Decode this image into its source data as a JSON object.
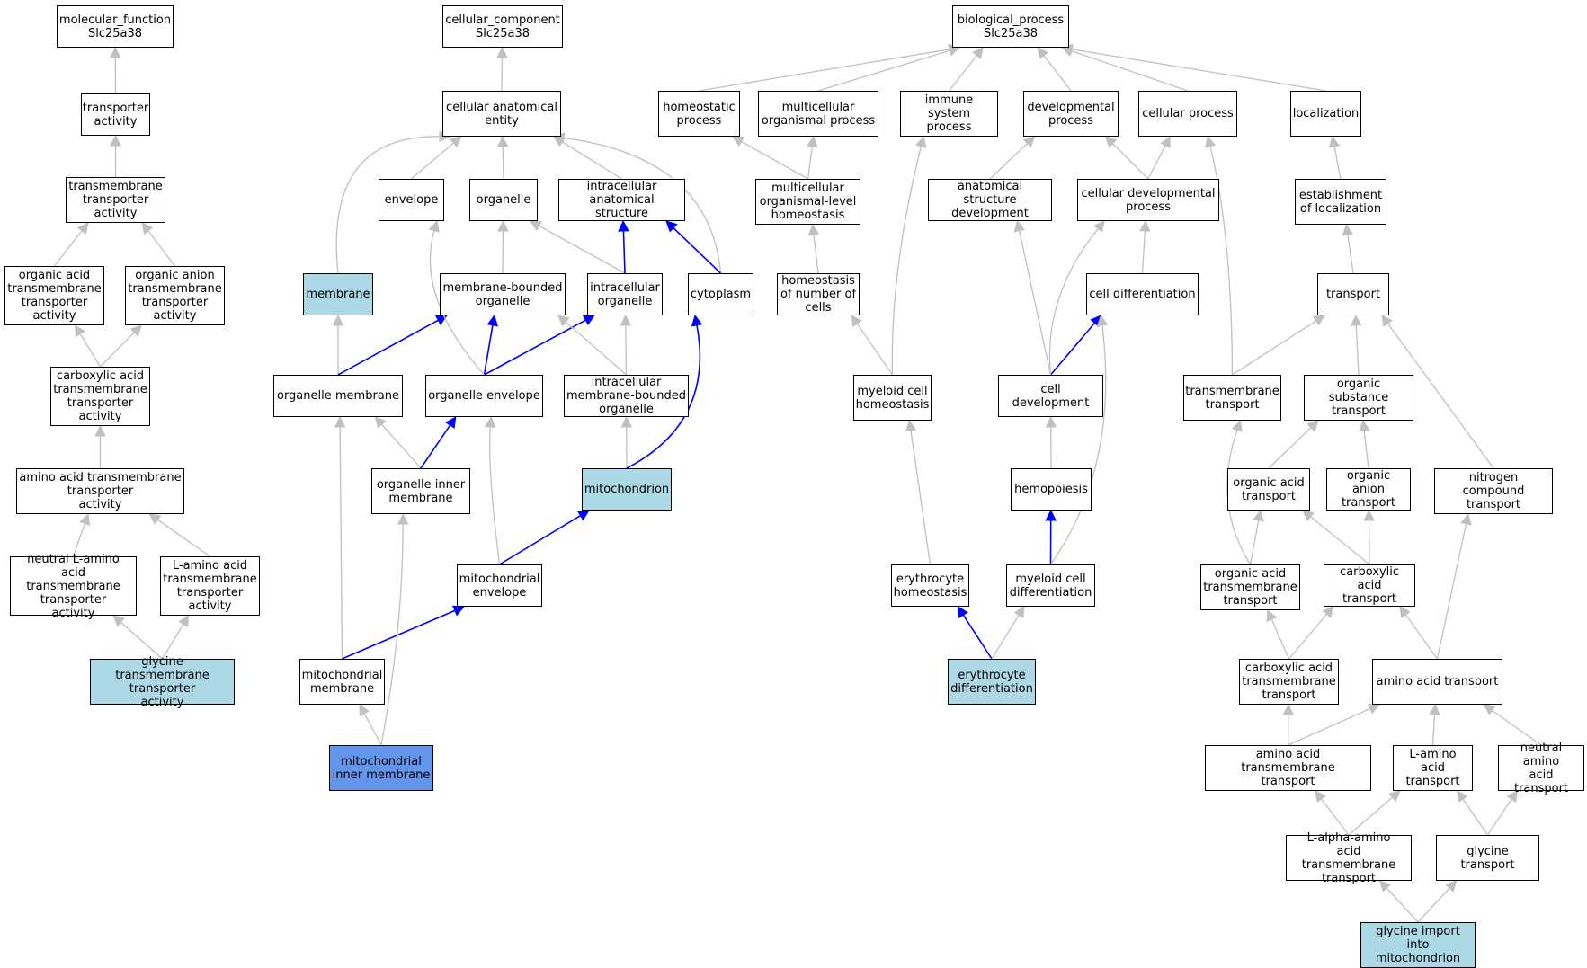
{
  "colors": {
    "edge_default": "#c0c0c0",
    "edge_highlight": "#0000ff",
    "highlight_fill": "#add8e6",
    "selected_fill": "#6495ed"
  },
  "nodes": [
    {
      "id": "mf_root",
      "label": "molecular_function\nSlc25a38"
    },
    {
      "id": "transporter_activity",
      "label": "transporter\nactivity"
    },
    {
      "id": "tm_transporter_activity",
      "label": "transmembrane\ntransporter\nactivity"
    },
    {
      "id": "organic_acid_tm_ta",
      "label": "organic acid\ntransmembrane\ntransporter\nactivity"
    },
    {
      "id": "organic_anion_tm_ta",
      "label": "organic anion\ntransmembrane\ntransporter\nactivity"
    },
    {
      "id": "carboxylic_acid_tm_ta",
      "label": "carboxylic acid\ntransmembrane\ntransporter\nactivity"
    },
    {
      "id": "amino_acid_tm_ta",
      "label": "amino acid transmembrane\ntransporter\nactivity"
    },
    {
      "id": "neutral_l_amino_tm_ta",
      "label": "neutral L-amino\nacid transmembrane\ntransporter\nactivity"
    },
    {
      "id": "l_amino_tm_ta",
      "label": "L-amino acid\ntransmembrane\ntransporter\nactivity"
    },
    {
      "id": "glycine_tm_ta",
      "label": "glycine transmembrane\ntransporter\nactivity",
      "fill": "light"
    },
    {
      "id": "cc_root",
      "label": "cellular_component\nSlc25a38"
    },
    {
      "id": "cellular_anatomical_entity",
      "label": "cellular anatomical\nentity"
    },
    {
      "id": "envelope",
      "label": "envelope"
    },
    {
      "id": "organelle",
      "label": "organelle"
    },
    {
      "id": "intracellular_anatomical_structure",
      "label": "intracellular\nanatomical structure"
    },
    {
      "id": "membrane",
      "label": "membrane",
      "fill": "light"
    },
    {
      "id": "membrane_bounded_organelle",
      "label": "membrane-bounded\norganelle"
    },
    {
      "id": "intracellular_organelle",
      "label": "intracellular\norganelle"
    },
    {
      "id": "cytoplasm",
      "label": "cytoplasm"
    },
    {
      "id": "organelle_membrane",
      "label": "organelle membrane"
    },
    {
      "id": "organelle_envelope",
      "label": "organelle envelope"
    },
    {
      "id": "intracellular_mb_organelle",
      "label": "intracellular\nmembrane-bounded\norganelle"
    },
    {
      "id": "organelle_inner_membrane",
      "label": "organelle inner\nmembrane"
    },
    {
      "id": "mitochondrion",
      "label": "mitochondrion",
      "fill": "light"
    },
    {
      "id": "mitochondrial_envelope",
      "label": "mitochondrial\nenvelope"
    },
    {
      "id": "mitochondrial_membrane",
      "label": "mitochondrial\nmembrane"
    },
    {
      "id": "mitochondrial_inner_membrane",
      "label": "mitochondrial\ninner membrane",
      "fill": "blue"
    },
    {
      "id": "bp_root",
      "label": "biological_process\nSlc25a38"
    },
    {
      "id": "homeostatic_process",
      "label": "homeostatic\nprocess"
    },
    {
      "id": "multicellular_organismal_process",
      "label": "multicellular\norganismal process"
    },
    {
      "id": "immune_system_process",
      "label": "immune system\nprocess"
    },
    {
      "id": "developmental_process",
      "label": "developmental\nprocess"
    },
    {
      "id": "cellular_process",
      "label": "cellular process"
    },
    {
      "id": "localization",
      "label": "localization"
    },
    {
      "id": "multicellular_organismal_level_homeostasis",
      "label": "multicellular\norganismal-level\nhomeostasis"
    },
    {
      "id": "anatomical_structure_development",
      "label": "anatomical structure\ndevelopment"
    },
    {
      "id": "cellular_developmental_process",
      "label": "cellular developmental\nprocess"
    },
    {
      "id": "establishment_of_localization",
      "label": "establishment\nof localization"
    },
    {
      "id": "homeostasis_of_number_of_cells",
      "label": "homeostasis\nof number of\ncells"
    },
    {
      "id": "cell_differentiation",
      "label": "cell differentiation"
    },
    {
      "id": "transport",
      "label": "transport"
    },
    {
      "id": "myeloid_cell_homeostasis",
      "label": "myeloid cell\nhomeostasis"
    },
    {
      "id": "cell_development",
      "label": "cell development"
    },
    {
      "id": "transmembrane_transport",
      "label": "transmembrane\ntransport"
    },
    {
      "id": "organic_substance_transport",
      "label": "organic substance\ntransport"
    },
    {
      "id": "hemopoiesis",
      "label": "hemopoiesis"
    },
    {
      "id": "organic_acid_transport",
      "label": "organic acid\ntransport"
    },
    {
      "id": "organic_anion_transport",
      "label": "organic anion\ntransport"
    },
    {
      "id": "nitrogen_compound_transport",
      "label": "nitrogen compound\ntransport"
    },
    {
      "id": "erythrocyte_homeostasis",
      "label": "erythrocyte\nhomeostasis"
    },
    {
      "id": "myeloid_cell_differentiation",
      "label": "myeloid cell\ndifferentiation"
    },
    {
      "id": "organic_acid_tm_transport",
      "label": "organic acid\ntransmembrane\ntransport"
    },
    {
      "id": "carboxylic_acid_transport",
      "label": "carboxylic acid\ntransport"
    },
    {
      "id": "erythrocyte_differentiation",
      "label": "erythrocyte\ndifferentiation",
      "fill": "light"
    },
    {
      "id": "carboxylic_acid_tm_transport",
      "label": "carboxylic acid\ntransmembrane\ntransport"
    },
    {
      "id": "amino_acid_transport",
      "label": "amino acid transport"
    },
    {
      "id": "amino_acid_tm_transport",
      "label": "amino acid transmembrane\ntransport"
    },
    {
      "id": "l_amino_acid_transport",
      "label": "L-amino acid\ntransport"
    },
    {
      "id": "neutral_amino_acid_transport",
      "label": "neutral amino\nacid transport"
    },
    {
      "id": "l_alpha_amino_tm_transport",
      "label": "L-alpha-amino\nacid transmembrane\ntransport"
    },
    {
      "id": "glycine_transport",
      "label": "glycine transport"
    },
    {
      "id": "glycine_import_into_mitochondrion",
      "label": "glycine import\ninto mitochondrion",
      "fill": "light"
    }
  ],
  "edges": [
    {
      "from": "transporter_activity",
      "to": "mf_root"
    },
    {
      "from": "tm_transporter_activity",
      "to": "transporter_activity"
    },
    {
      "from": "organic_acid_tm_ta",
      "to": "tm_transporter_activity"
    },
    {
      "from": "organic_anion_tm_ta",
      "to": "tm_transporter_activity"
    },
    {
      "from": "carboxylic_acid_tm_ta",
      "to": "organic_acid_tm_ta"
    },
    {
      "from": "carboxylic_acid_tm_ta",
      "to": "organic_anion_tm_ta"
    },
    {
      "from": "amino_acid_tm_ta",
      "to": "carboxylic_acid_tm_ta"
    },
    {
      "from": "neutral_l_amino_tm_ta",
      "to": "amino_acid_tm_ta"
    },
    {
      "from": "l_amino_tm_ta",
      "to": "amino_acid_tm_ta"
    },
    {
      "from": "glycine_tm_ta",
      "to": "neutral_l_amino_tm_ta"
    },
    {
      "from": "glycine_tm_ta",
      "to": "l_amino_tm_ta"
    },
    {
      "from": "cellular_anatomical_entity",
      "to": "cc_root"
    },
    {
      "from": "envelope",
      "to": "cellular_anatomical_entity"
    },
    {
      "from": "organelle",
      "to": "cellular_anatomical_entity"
    },
    {
      "from": "intracellular_anatomical_structure",
      "to": "cellular_anatomical_entity"
    },
    {
      "from": "membrane",
      "to": "cellular_anatomical_entity",
      "curve": [
        [
          360,
          150
        ]
      ]
    },
    {
      "from": "cytoplasm",
      "to": "cellular_anatomical_entity",
      "curve": [
        [
          790,
          175
        ]
      ]
    },
    {
      "from": "membrane_bounded_organelle",
      "to": "organelle"
    },
    {
      "from": "intracellular_organelle",
      "to": "organelle"
    },
    {
      "from": "intracellular_organelle",
      "to": "intracellular_anatomical_structure",
      "highlight": true
    },
    {
      "from": "cytoplasm",
      "to": "intracellular_anatomical_structure",
      "highlight": true
    },
    {
      "from": "organelle_membrane",
      "to": "membrane"
    },
    {
      "from": "organelle_membrane",
      "to": "membrane_bounded_organelle",
      "highlight": true
    },
    {
      "from": "organelle_envelope",
      "to": "membrane_bounded_organelle",
      "highlight": true
    },
    {
      "from": "organelle_envelope",
      "to": "intracellular_organelle",
      "highlight": true
    },
    {
      "from": "organelle_envelope",
      "to": "envelope",
      "curve": [
        [
          462,
          330
        ]
      ]
    },
    {
      "from": "intracellular_mb_organelle",
      "to": "membrane_bounded_organelle"
    },
    {
      "from": "intracellular_mb_organelle",
      "to": "intracellular_organelle"
    },
    {
      "from": "organelle_inner_membrane",
      "to": "organelle_membrane"
    },
    {
      "from": "organelle_inner_membrane",
      "to": "organelle_envelope",
      "highlight": true
    },
    {
      "from": "mitochondrion",
      "to": "intracellular_mb_organelle"
    },
    {
      "from": "mitochondrion",
      "to": "cytoplasm",
      "highlight": true,
      "curve": [
        [
          795,
          470
        ]
      ]
    },
    {
      "from": "mitochondrial_envelope",
      "to": "organelle_envelope",
      "curve": [
        [
          542,
          520
        ]
      ]
    },
    {
      "from": "mitochondrial_envelope",
      "to": "mitochondrion",
      "highlight": true
    },
    {
      "from": "mitochondrial_membrane",
      "to": "organelle_membrane"
    },
    {
      "from": "mitochondrial_membrane",
      "to": "mitochondrial_envelope",
      "highlight": true
    },
    {
      "from": "mitochondrial_inner_membrane",
      "to": "mitochondrial_membrane"
    },
    {
      "from": "mitochondrial_inner_membrane",
      "to": "organelle_inner_membrane",
      "curve": [
        [
          448,
          700
        ]
      ]
    },
    {
      "from": "homeostatic_process",
      "to": "bp_root"
    },
    {
      "from": "multicellular_organismal_process",
      "to": "bp_root"
    },
    {
      "from": "immune_system_process",
      "to": "bp_root"
    },
    {
      "from": "developmental_process",
      "to": "bp_root"
    },
    {
      "from": "cellular_process",
      "to": "bp_root"
    },
    {
      "from": "localization",
      "to": "bp_root"
    },
    {
      "from": "multicellular_organismal_level_homeostasis",
      "to": "homeostatic_process"
    },
    {
      "from": "multicellular_organismal_level_homeostasis",
      "to": "multicellular_organismal_process"
    },
    {
      "from": "anatomical_structure_development",
      "to": "developmental_process"
    },
    {
      "from": "cellular_developmental_process",
      "to": "developmental_process"
    },
    {
      "from": "cellular_developmental_process",
      "to": "cellular_process"
    },
    {
      "from": "establishment_of_localization",
      "to": "localization"
    },
    {
      "from": "homeostasis_of_number_of_cells",
      "to": "multicellular_organismal_level_homeostasis"
    },
    {
      "from": "cell_differentiation",
      "to": "cellular_developmental_process"
    },
    {
      "from": "transport",
      "to": "establishment_of_localization"
    },
    {
      "from": "myeloid_cell_homeostasis",
      "to": "homeostasis_of_number_of_cells"
    },
    {
      "from": "myeloid_cell_homeostasis",
      "to": "immune_system_process",
      "curve": [
        [
          990,
          300
        ]
      ]
    },
    {
      "from": "cell_development",
      "to": "cell_differentiation",
      "highlight": true
    },
    {
      "from": "cell_development",
      "to": "anatomical_structure_development"
    },
    {
      "from": "cell_development",
      "to": "cellular_developmental_process",
      "curve": [
        [
          1160,
          330
        ]
      ]
    },
    {
      "from": "transmembrane_transport",
      "to": "transport"
    },
    {
      "from": "transmembrane_transport",
      "to": "cellular_process",
      "curve": [
        [
          1370,
          260
        ]
      ]
    },
    {
      "from": "organic_substance_transport",
      "to": "transport"
    },
    {
      "from": "hemopoiesis",
      "to": "cell_development"
    },
    {
      "from": "organic_acid_transport",
      "to": "organic_substance_transport"
    },
    {
      "from": "organic_anion_transport",
      "to": "organic_substance_transport"
    },
    {
      "from": "nitrogen_compound_transport",
      "to": "transport"
    },
    {
      "from": "erythrocyte_homeostasis",
      "to": "myeloid_cell_homeostasis"
    },
    {
      "from": "myeloid_cell_differentiation",
      "to": "hemopoiesis",
      "highlight": true
    },
    {
      "from": "myeloid_cell_differentiation",
      "to": "cell_differentiation",
      "curve": [
        [
          1245,
          520
        ]
      ]
    },
    {
      "from": "organic_acid_tm_transport",
      "to": "organic_acid_transport"
    },
    {
      "from": "organic_acid_tm_transport",
      "to": "transmembrane_transport",
      "curve": [
        [
          1348,
          560
        ]
      ]
    },
    {
      "from": "carboxylic_acid_transport",
      "to": "organic_acid_transport"
    },
    {
      "from": "carboxylic_acid_transport",
      "to": "organic_anion_transport"
    },
    {
      "from": "erythrocyte_differentiation",
      "to": "erythrocyte_homeostasis",
      "highlight": true
    },
    {
      "from": "erythrocyte_differentiation",
      "to": "myeloid_cell_differentiation"
    },
    {
      "from": "carboxylic_acid_tm_transport",
      "to": "organic_acid_tm_transport"
    },
    {
      "from": "carboxylic_acid_tm_transport",
      "to": "carboxylic_acid_transport"
    },
    {
      "from": "amino_acid_transport",
      "to": "carboxylic_acid_transport"
    },
    {
      "from": "amino_acid_transport",
      "to": "nitrogen_compound_transport"
    },
    {
      "from": "amino_acid_tm_transport",
      "to": "carboxylic_acid_tm_transport"
    },
    {
      "from": "amino_acid_tm_transport",
      "to": "amino_acid_transport"
    },
    {
      "from": "l_amino_acid_transport",
      "to": "amino_acid_transport"
    },
    {
      "from": "neutral_amino_acid_transport",
      "to": "amino_acid_transport"
    },
    {
      "from": "l_alpha_amino_tm_transport",
      "to": "amino_acid_tm_transport"
    },
    {
      "from": "l_alpha_amino_tm_transport",
      "to": "l_amino_acid_transport"
    },
    {
      "from": "glycine_transport",
      "to": "l_amino_acid_transport"
    },
    {
      "from": "glycine_transport",
      "to": "neutral_amino_acid_transport"
    },
    {
      "from": "glycine_import_into_mitochondrion",
      "to": "l_alpha_amino_tm_transport"
    },
    {
      "from": "glycine_import_into_mitochondrion",
      "to": "glycine_transport"
    }
  ]
}
